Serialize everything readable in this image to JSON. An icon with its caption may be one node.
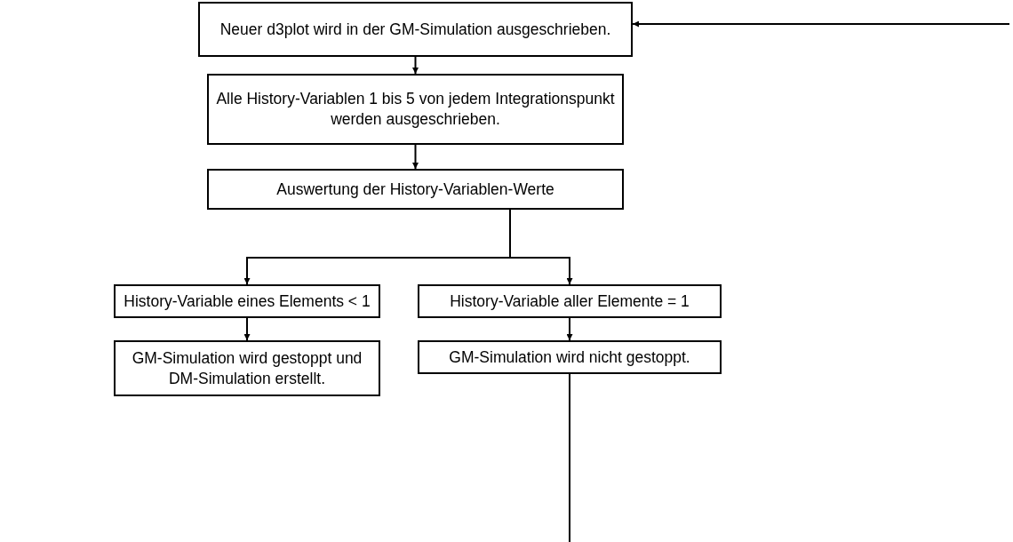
{
  "diagram": {
    "nodes": [
      {
        "text": [
          "Neuer d3plot wird in der GM-Simulation ausgeschrieben."
        ]
      },
      {
        "text": [
          "Alle History-Variablen 1 bis 5 von jedem Integrationspunkt werden ausgeschrieben."
        ]
      },
      {
        "text": [
          "Auswertung der History-Variablen-Werte"
        ]
      },
      {
        "text": [
          "History-Variable eines Elements < 1"
        ]
      },
      {
        "text": [
          "History-Variable aller Elemente = 1"
        ]
      },
      {
        "text": [
          "GM-Simulation wird gestoppt und DM-Simulation erstellt."
        ]
      },
      {
        "text": [
          "GM-Simulation wird nicht gestoppt."
        ]
      }
    ],
    "edges": [
      {
        "from": 0,
        "to": 1,
        "arrow": "to"
      },
      {
        "from": 1,
        "to": 2,
        "arrow": "to"
      },
      {
        "from": 2,
        "to": 3,
        "arrow": "to"
      },
      {
        "from": 2,
        "to": 4,
        "arrow": "to"
      },
      {
        "from": 3,
        "to": 5,
        "arrow": "to"
      },
      {
        "from": 4,
        "to": 6,
        "arrow": "to"
      },
      {
        "from": 6,
        "to": null,
        "arrow": "none"
      },
      {
        "from": null,
        "to": 0,
        "arrow": "to"
      }
    ]
  }
}
